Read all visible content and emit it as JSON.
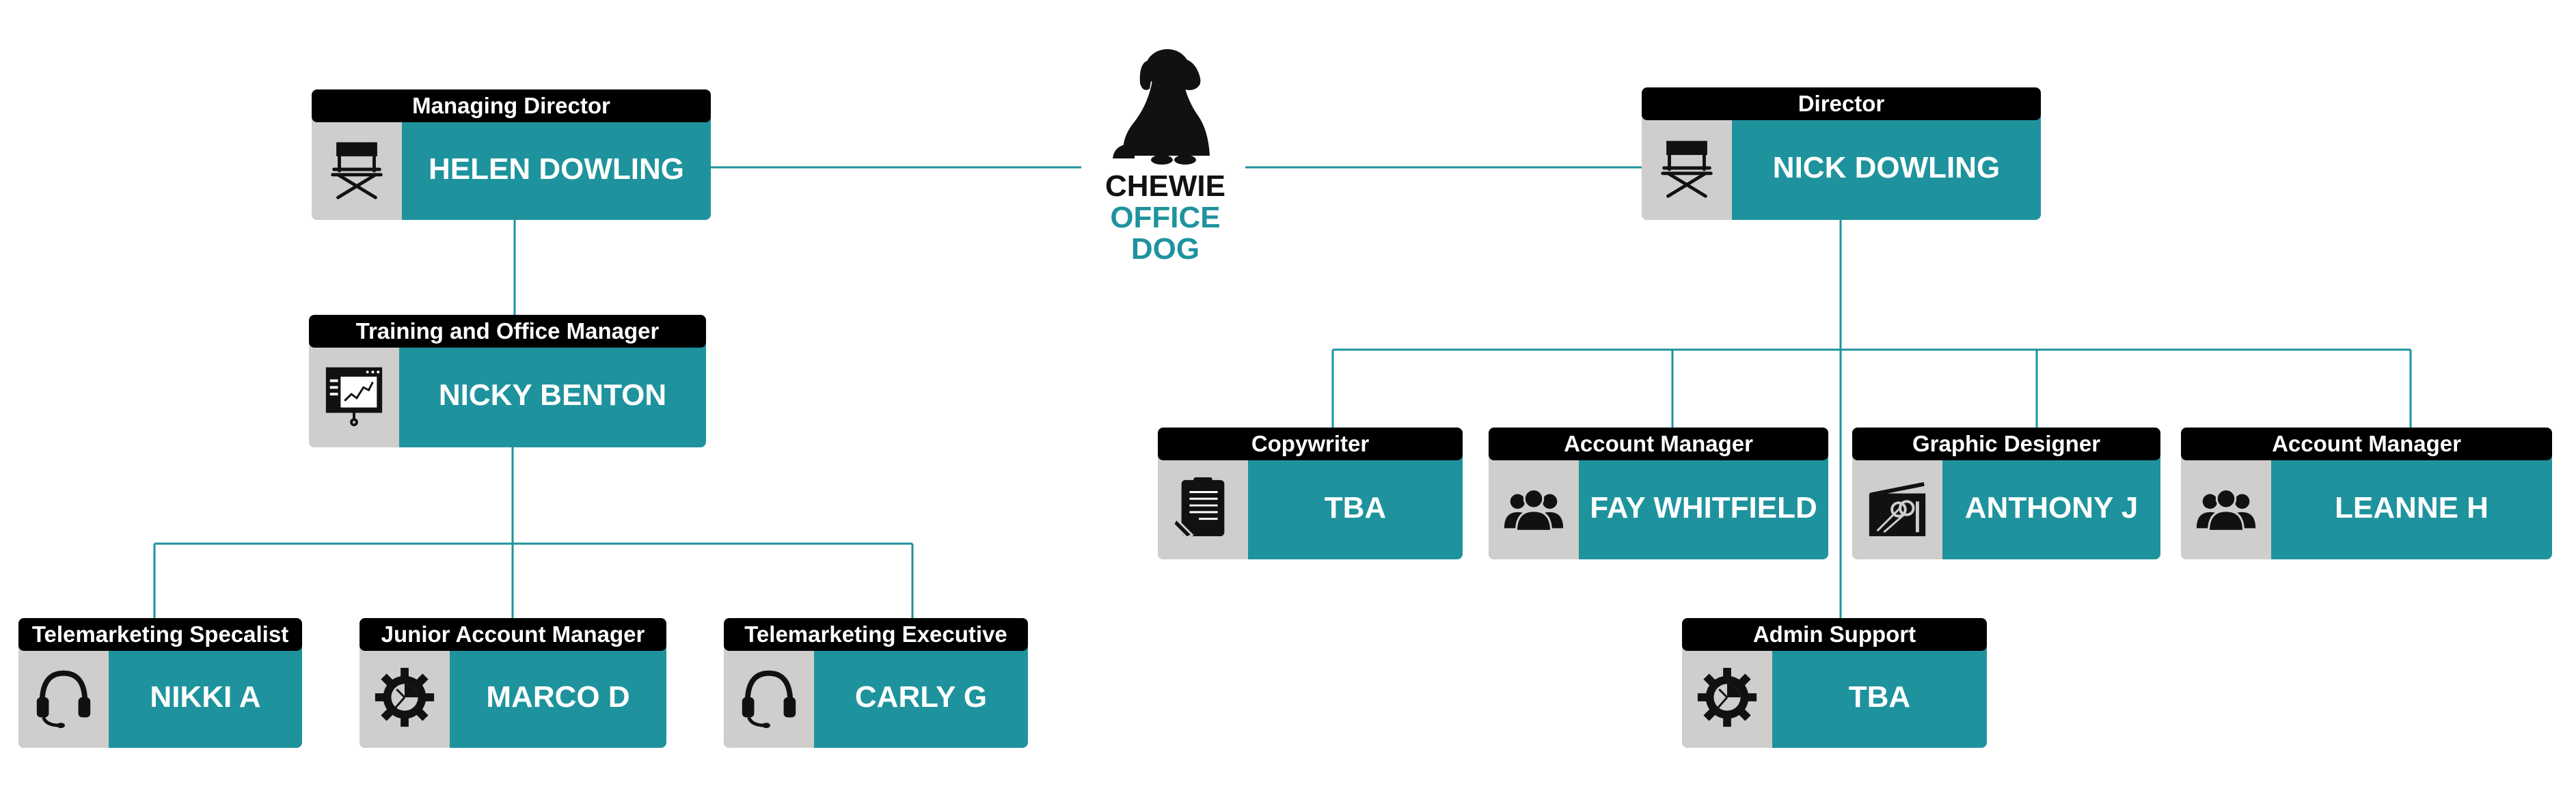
{
  "dog": {
    "name": "CHEWIE",
    "role": "OFFICE DOG",
    "icon": "dog-silhouette-icon"
  },
  "people": [
    {
      "id": "managing-director",
      "title": "Managing Director",
      "name": "HELEN DOWLING",
      "icon": "directors-chair-icon"
    },
    {
      "id": "director",
      "title": "Director",
      "name": "NICK DOWLING",
      "icon": "directors-chair-icon"
    },
    {
      "id": "training-office-manager",
      "title": "Training and Office Manager",
      "name": "NICKY BENTON",
      "icon": "presentation-screen-icon"
    },
    {
      "id": "copywriter",
      "title": "Copywriter",
      "name": "TBA",
      "icon": "clipboard-pen-icon"
    },
    {
      "id": "account-manager-fay",
      "title": "Account Manager",
      "name": "FAY WHITFIELD",
      "icon": "people-group-icon"
    },
    {
      "id": "graphic-designer",
      "title": "Graphic Designer",
      "name": "ANTHONY J",
      "icon": "design-tools-icon"
    },
    {
      "id": "account-manager-leanne",
      "title": "Account Manager",
      "name": "LEANNE H",
      "icon": "people-group-icon"
    },
    {
      "id": "admin-support",
      "title": "Admin Support",
      "name": "TBA",
      "icon": "gear-chart-icon"
    },
    {
      "id": "telemarketing-specialist",
      "title": "Telemarketing Specalist",
      "name": "NIKKI A",
      "icon": "headset-icon"
    },
    {
      "id": "junior-account-manager",
      "title": "Junior Account Manager",
      "name": "MARCO D",
      "icon": "gear-chart-icon"
    },
    {
      "id": "telemarketing-executive",
      "title": "Telemarketing Executive",
      "name": "CARLY G",
      "icon": "headset-icon"
    }
  ],
  "colors": {
    "accent": "#1e939d",
    "title_bar": "#000000",
    "icon_bg": "#cfcecd",
    "connector": "#1e939d"
  }
}
